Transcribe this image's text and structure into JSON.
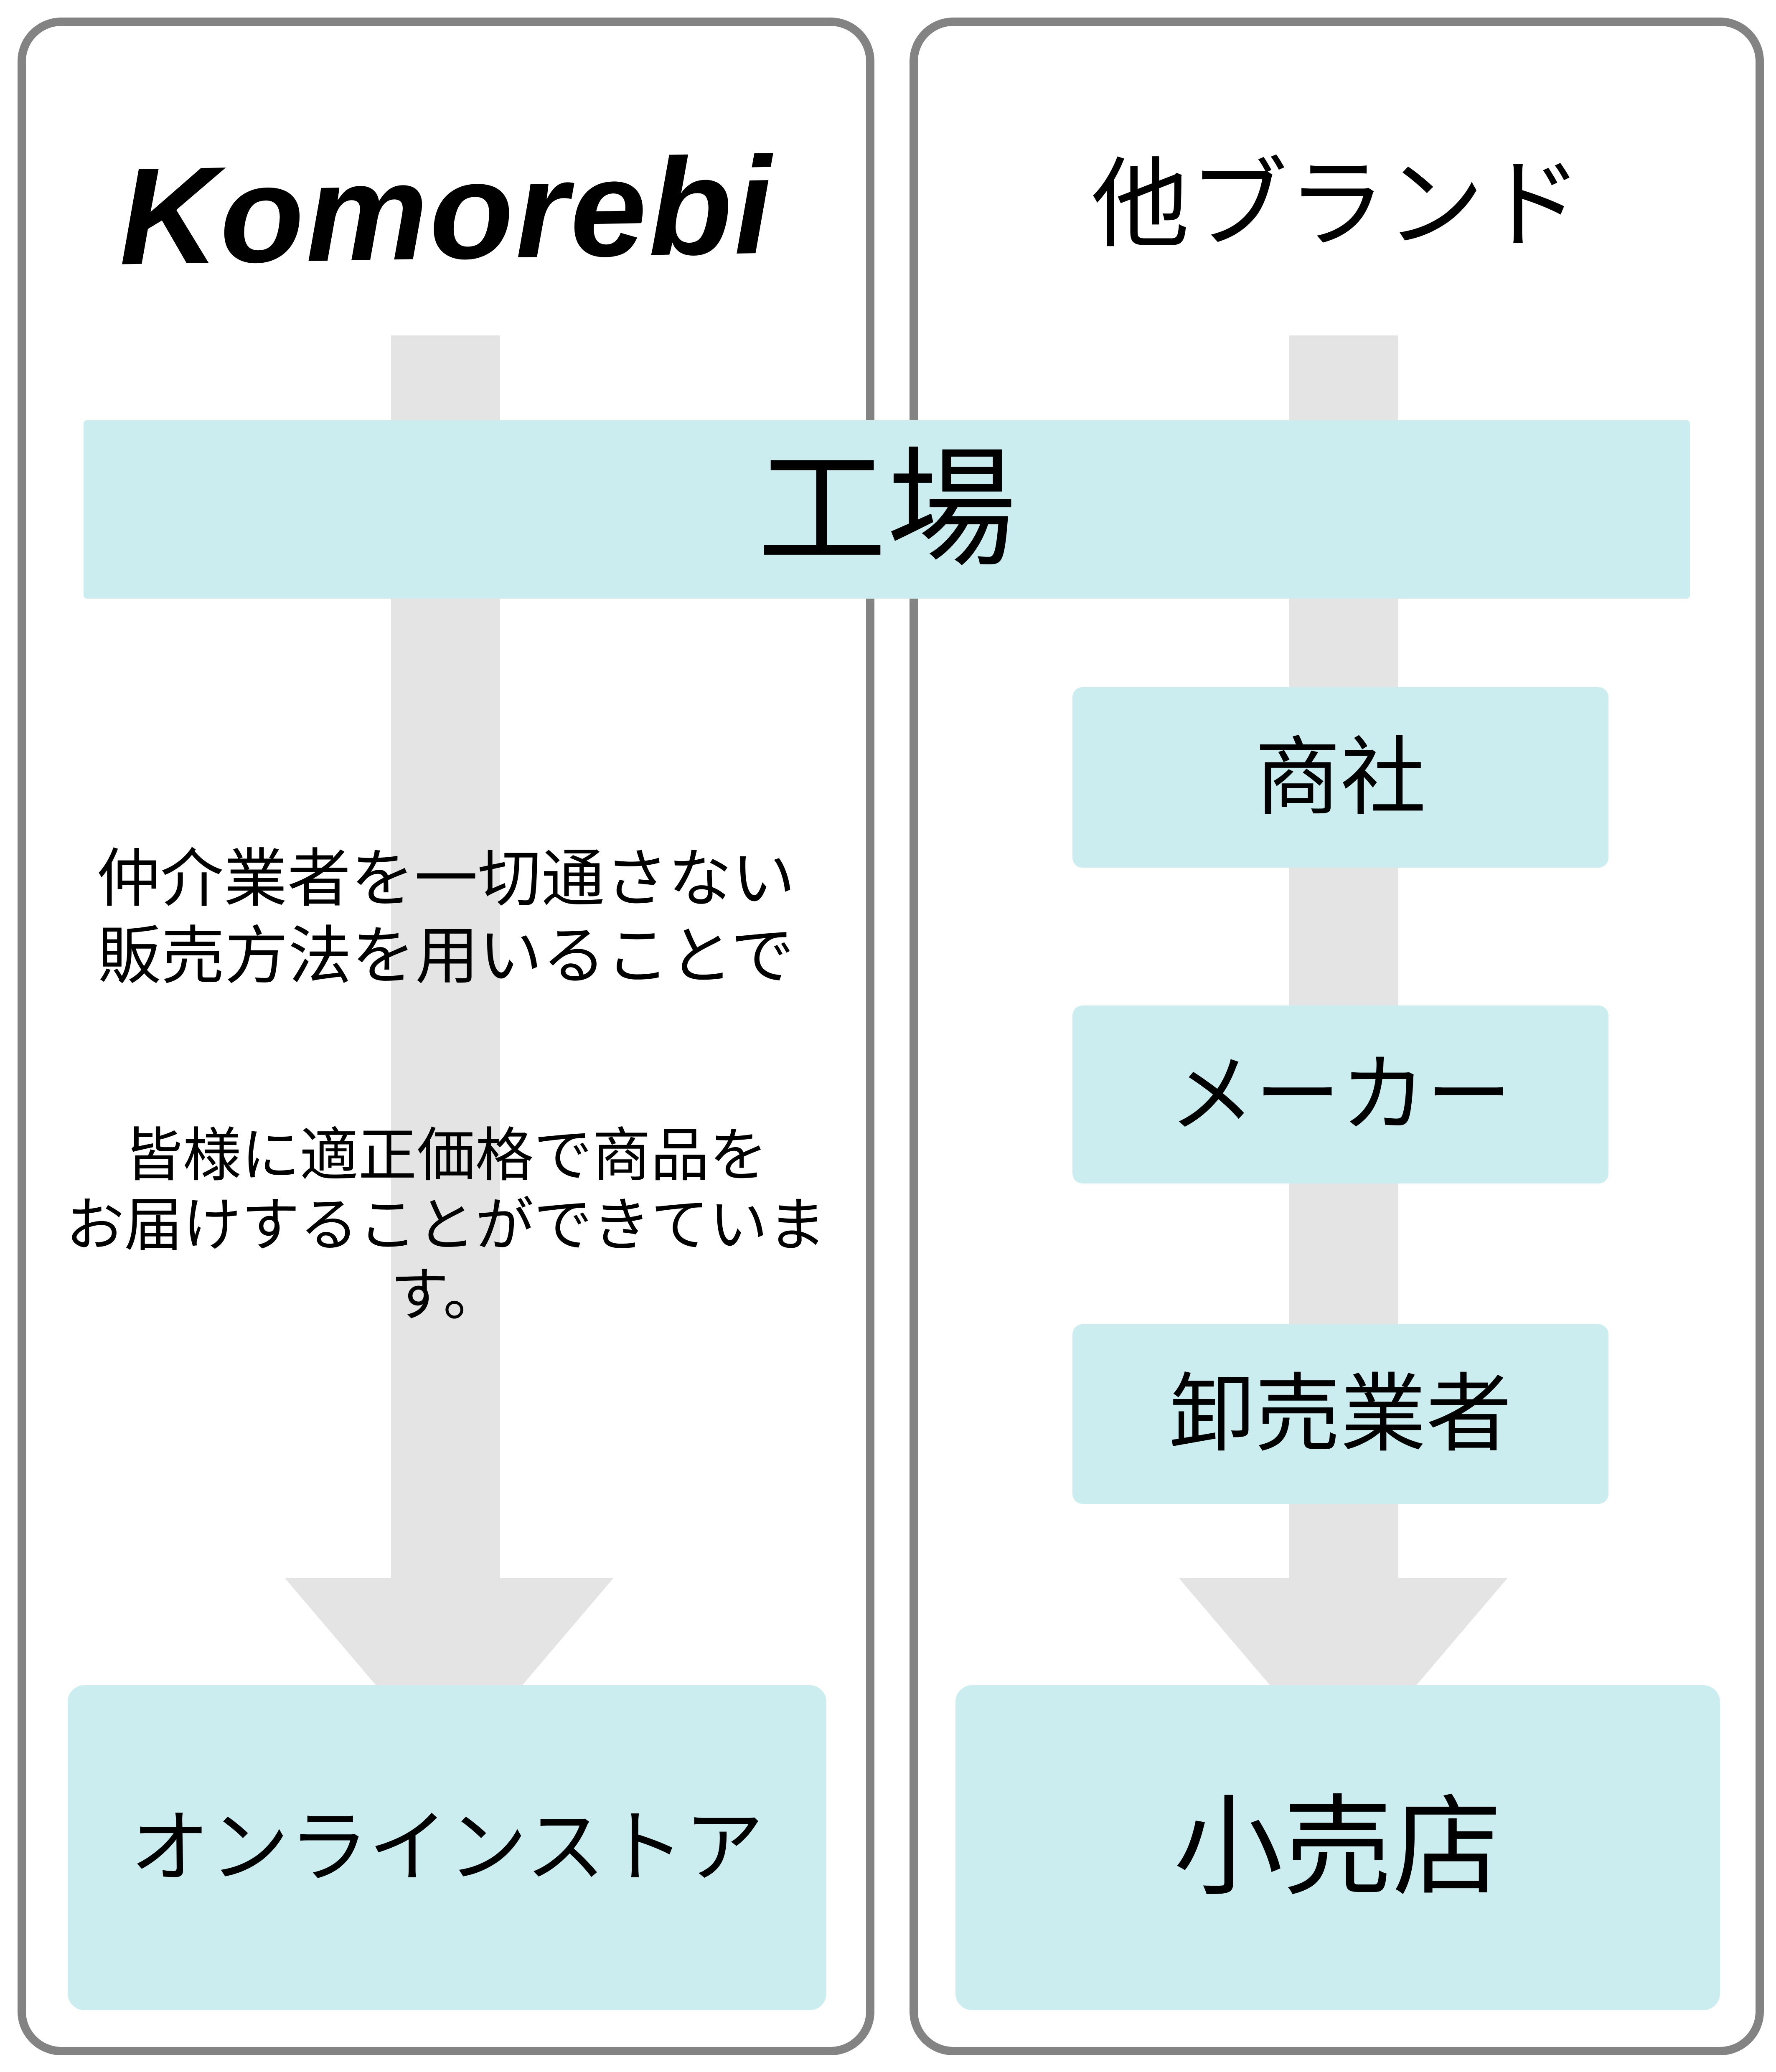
{
  "left_panel": {
    "brand": "Komorebi",
    "description_block1": {
      "line1": "仲介業者を一切通さない",
      "line2": "販売方法を用いることで"
    },
    "description_block2": {
      "line1": "皆様に適正価格で商品を",
      "line2": "お届けすることができています。"
    },
    "destination": "オンラインストア"
  },
  "right_panel": {
    "brand": "他ブランド",
    "steps": [
      "商社",
      "メーカー",
      "卸売業者"
    ],
    "destination": "小売店"
  },
  "shared": {
    "source": "工場"
  },
  "colors": {
    "box_fill": "#cbedf0",
    "arrow_gray": "#e4e4e4",
    "panel_border": "#838383",
    "text": "#000000"
  }
}
